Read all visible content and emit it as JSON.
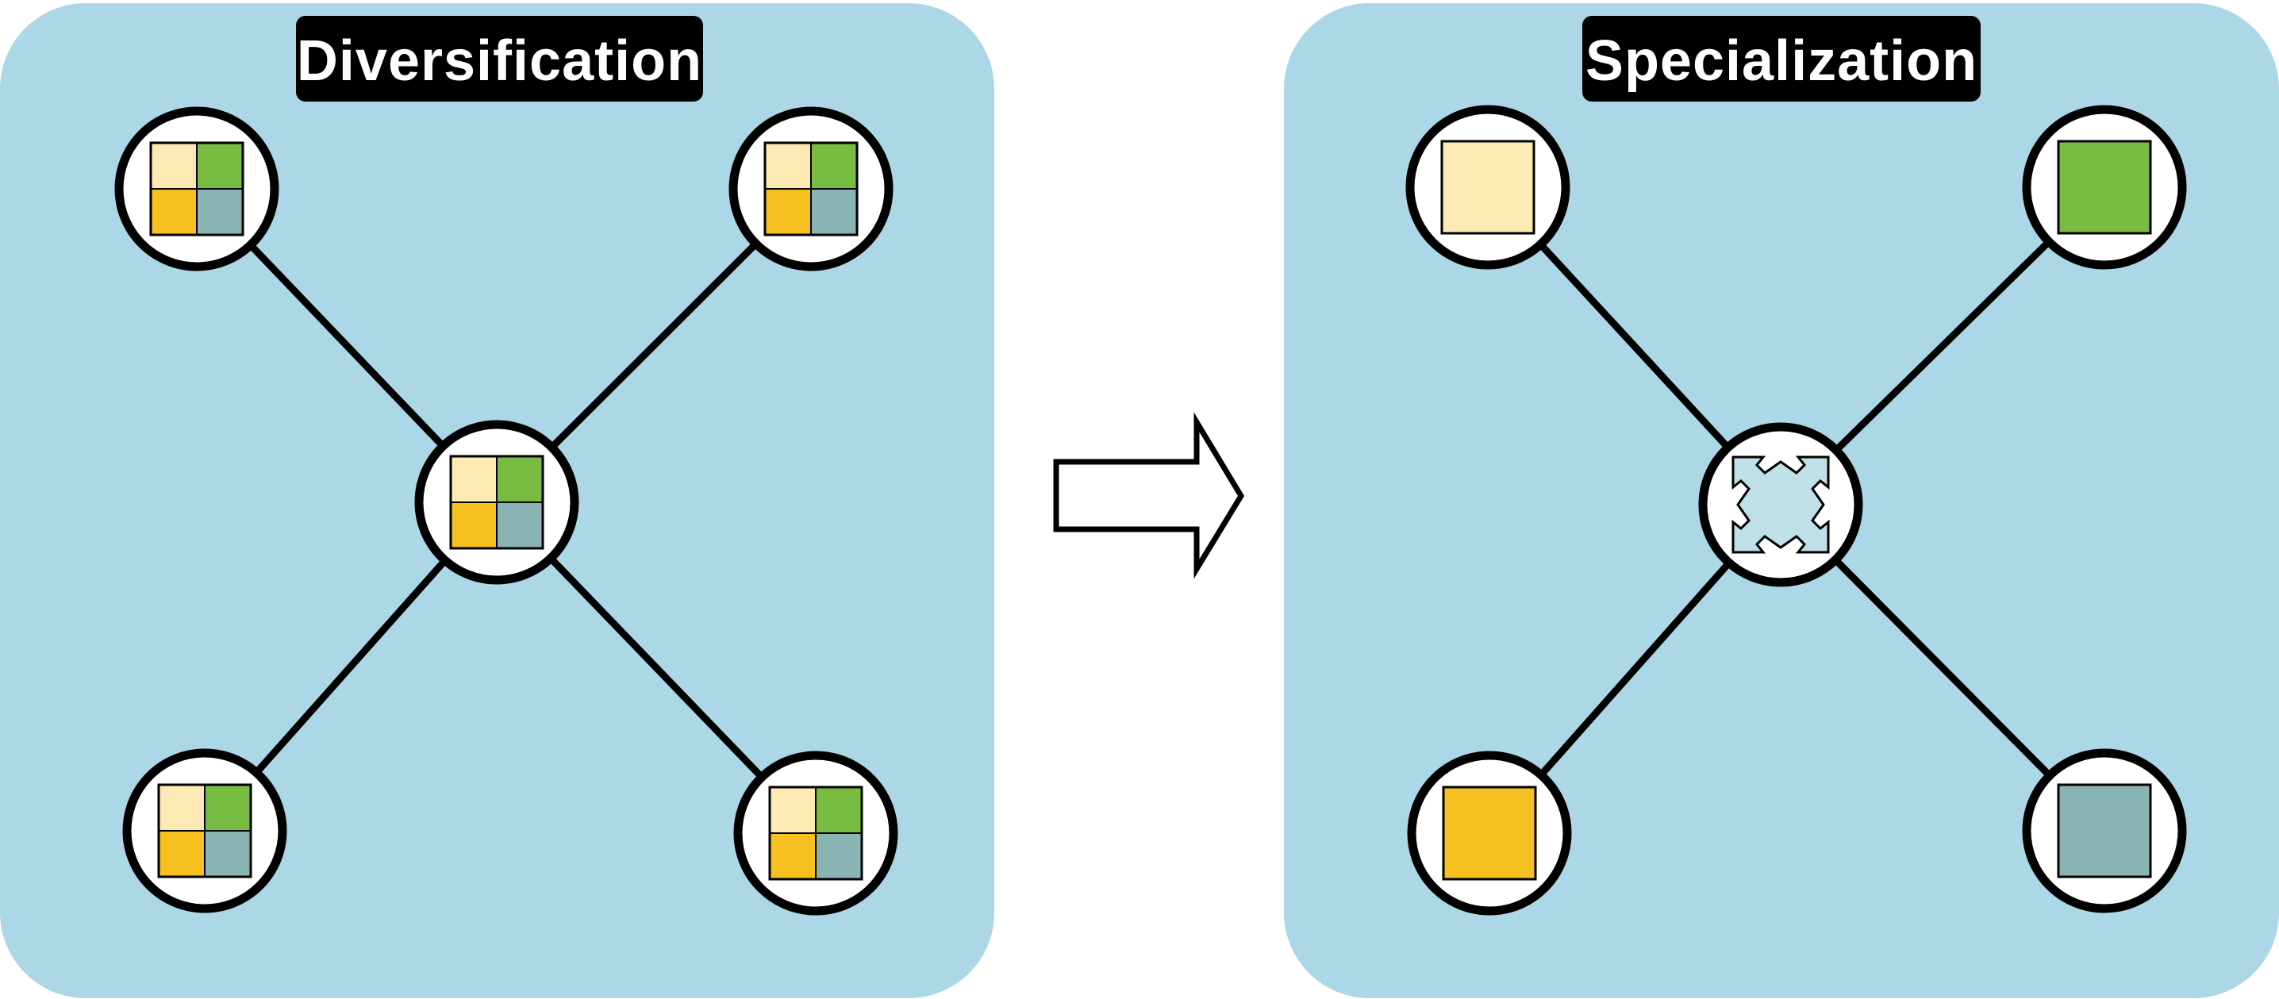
{
  "colors": {
    "panel_bg": "#acd7e6",
    "title_bg": "#000000",
    "title_text": "#ffffff",
    "line": "#000000",
    "node_fill": "#ffffff",
    "cream": "#fde9b4",
    "green": "#78bd42",
    "gold": "#f6c021",
    "teal": "#8ab4b3",
    "hub_icon": "#bfe0e8",
    "arrow_fill": "#ffffff"
  },
  "panels": {
    "left": {
      "title": "Diversification",
      "nodes": [
        {
          "id": "center",
          "content": "four-color-grid"
        },
        {
          "id": "top-left",
          "content": "four-color-grid"
        },
        {
          "id": "top-right",
          "content": "four-color-grid"
        },
        {
          "id": "bottom-left",
          "content": "four-color-grid"
        },
        {
          "id": "bottom-right",
          "content": "four-color-grid"
        }
      ]
    },
    "right": {
      "title": "Specialization",
      "nodes": [
        {
          "id": "center",
          "content": "expand-arrows-icon"
        },
        {
          "id": "top-left",
          "content": "cream-square"
        },
        {
          "id": "top-right",
          "content": "green-square"
        },
        {
          "id": "bottom-left",
          "content": "gold-square"
        },
        {
          "id": "bottom-right",
          "content": "teal-square"
        }
      ]
    }
  },
  "transition": {
    "icon": "right-arrow-icon"
  }
}
